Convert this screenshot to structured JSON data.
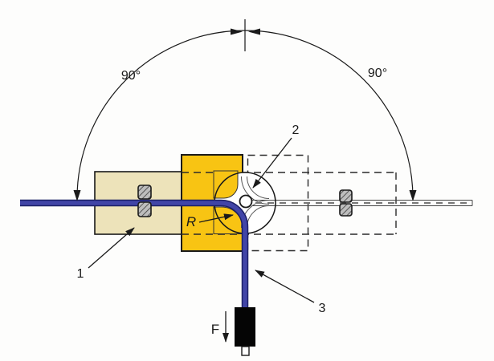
{
  "figure": {
    "description": "Cable 90-degree flexing test apparatus diagram",
    "angle_labels": {
      "left": "90°",
      "right": "90°"
    },
    "part_labels": {
      "part1": "1",
      "part2": "2",
      "part3": "3"
    },
    "radius_label": "R",
    "force_label": "F",
    "colors": {
      "background": "#fdfdfc",
      "fixed_block": "#EDE3BA",
      "moving_block": "#F8C413",
      "cable": "#4145A7",
      "cable_edge": "#1C2066",
      "outline": "#1a1a1a",
      "ghost": "#555555",
      "weight": "#050505",
      "clamp_fill": "#bdbdbd"
    }
  }
}
